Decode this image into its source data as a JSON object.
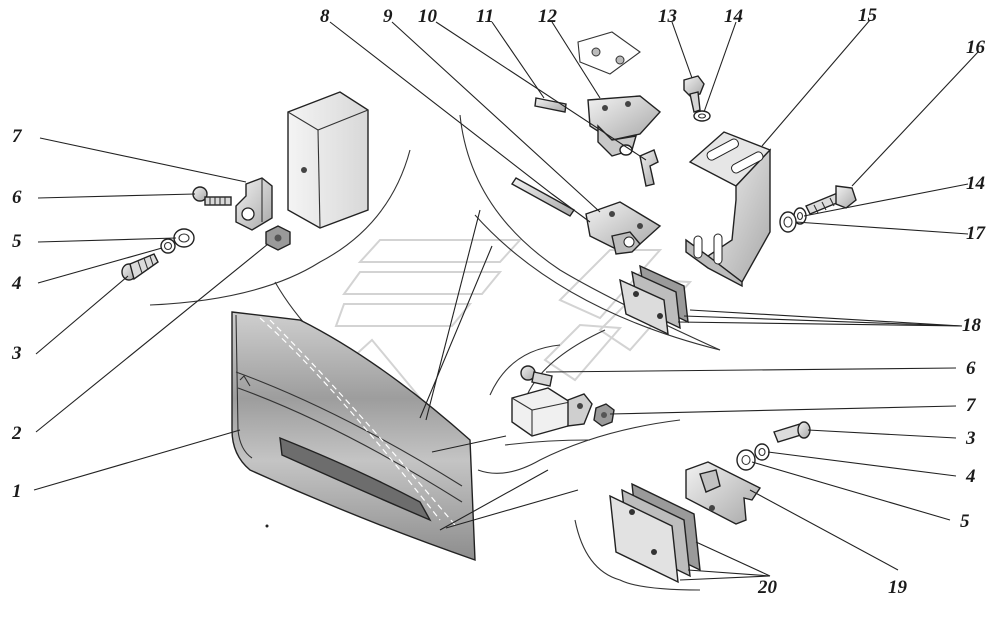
{
  "diagram": {
    "labels": {
      "l1": "1",
      "l2": "2",
      "l3_left": "3",
      "l3_right": "3",
      "l4_left": "4",
      "l4_right": "4",
      "l5_left": "5",
      "l5_right": "5",
      "l6_left": "6",
      "l6_right": "6",
      "l7_left": "7",
      "l7_right": "7",
      "l8": "8",
      "l9": "9",
      "l10": "10",
      "l11": "11",
      "l12": "12",
      "l13": "13",
      "l14_top": "14",
      "l14_right": "14",
      "l15": "15",
      "l16": "16",
      "l17": "17",
      "l18": "18",
      "l19": "19",
      "l20": "20"
    },
    "colors": {
      "ink": "#222222",
      "metal_light": "#e9e9e9",
      "metal_mid": "#bdbdbd",
      "metal_dark": "#7a7a7a",
      "watermark": "#d6d6d6"
    }
  }
}
